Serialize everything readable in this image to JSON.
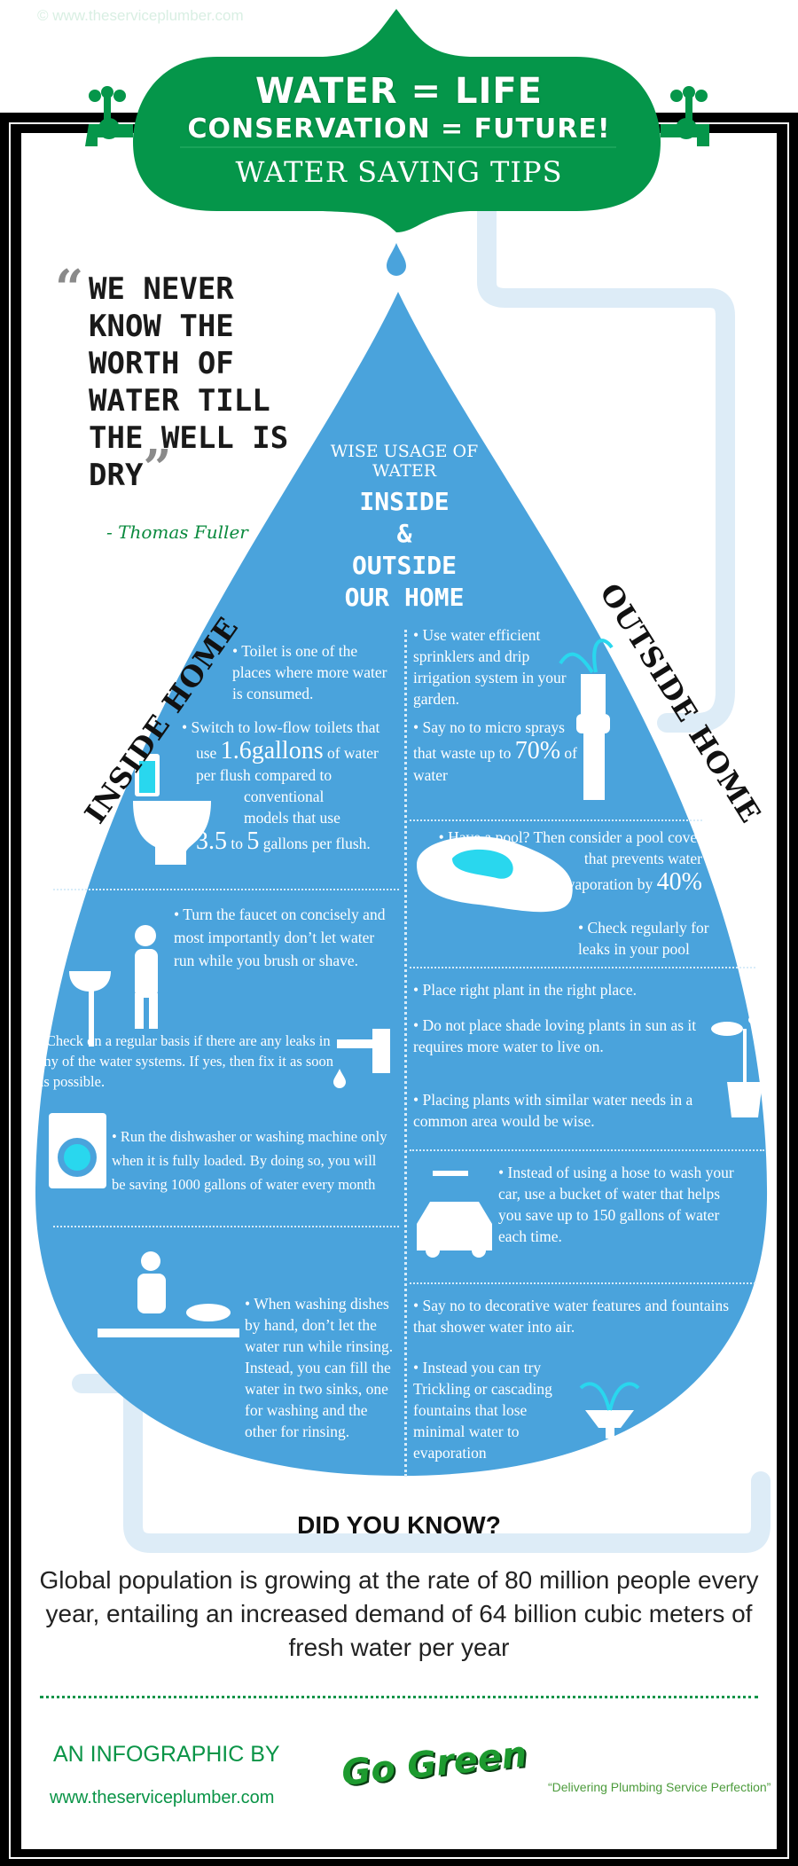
{
  "watermark": "© www.theserviceplumber.com",
  "header": {
    "line1": "WATER = LIFE",
    "line2": "CONSERVATION = FUTURE!",
    "line3": "WATER SAVING TIPS"
  },
  "quote": {
    "open": "“",
    "text": "WE NEVER KNOW THE WORTH OF WATER TILL THE WELL IS DRY",
    "close": "”",
    "author": "-   Thomas Fuller"
  },
  "center": {
    "line1": "WISE USAGE OF",
    "line2": "WATER",
    "line3": "INSIDE",
    "line4": "&",
    "line5": "OUTSIDE",
    "line6": "OUR HOME"
  },
  "inside": {
    "label": "INSIDE HOME",
    "tip1": "Toilet is one of the places where more water is consumed.",
    "tip2a": "Switch to low-flow toilets that",
    "tip2b": "use",
    "tip2c": "1.6gallons",
    "tip2d": "of water",
    "tip2e": "per flush compared to",
    "tip2f": "conventional",
    "tip2g": "models that use",
    "tip2h": "3.5",
    "tip2i": "to",
    "tip2j": "5",
    "tip2k": "gallons per flush.",
    "tip3": "Turn the faucet on concisely and most importantly don’t let water run while you brush or shave.",
    "tip4": "Check on a regular basis if there are any leaks in any of the water systems. If yes, then fix it as soon as possible.",
    "tip5": "Run the dishwasher or washing machine only when it is fully loaded. By doing so, you will be saving 1000 gallons of water every month",
    "tip6": "When washing dishes by hand, don’t let the water run while rinsing. Instead, you can fill the water in two sinks, one for washing and the other for rinsing."
  },
  "outside": {
    "label": "OUTSIDE HOME",
    "tip1": "Use water efficient sprinklers and drip irrigation system in your garden.",
    "tip2a": "Say no to micro sprays that waste up",
    "tip2b": "to",
    "tip2c": "70%",
    "tip2d": "of water",
    "tip3a": "Have a pool? Then consider a pool cover that prevents water",
    "tip3b": "evaporation by",
    "tip3c": "40%",
    "tip4": "Check regularly for leaks in your pool",
    "tip5": "Place right plant in the right place.",
    "tip6": "Do not place shade loving plants in sun as it requires more water to live on.",
    "tip7": "Placing plants with similar water needs in a common area would be wise.",
    "tip8": "Instead of using a hose to wash your car, use a bucket of water that helps you save up to 150 gallons of water each time.",
    "tip9": "Say no to decorative water features and fountains that shower water into air.",
    "tip10": "Instead you can try Trickling or cascading fountains that lose minimal water to evaporation"
  },
  "did_you_know": {
    "title": "DID YOU KNOW?",
    "text": "Global population is growing at the rate of 80 million people every year, entailing an increased demand of 64 billion cubic meters of fresh water per year"
  },
  "footer": {
    "by": "AN INFOGRAPHIC BY",
    "url": "www.theserviceplumber.com",
    "logo": "Go Green",
    "tagline": "“Delivering Plumbing Service Perfection”"
  },
  "colors": {
    "green": "#05964a",
    "drop": "#4aa3dc",
    "pipe": "#ddecf7"
  }
}
